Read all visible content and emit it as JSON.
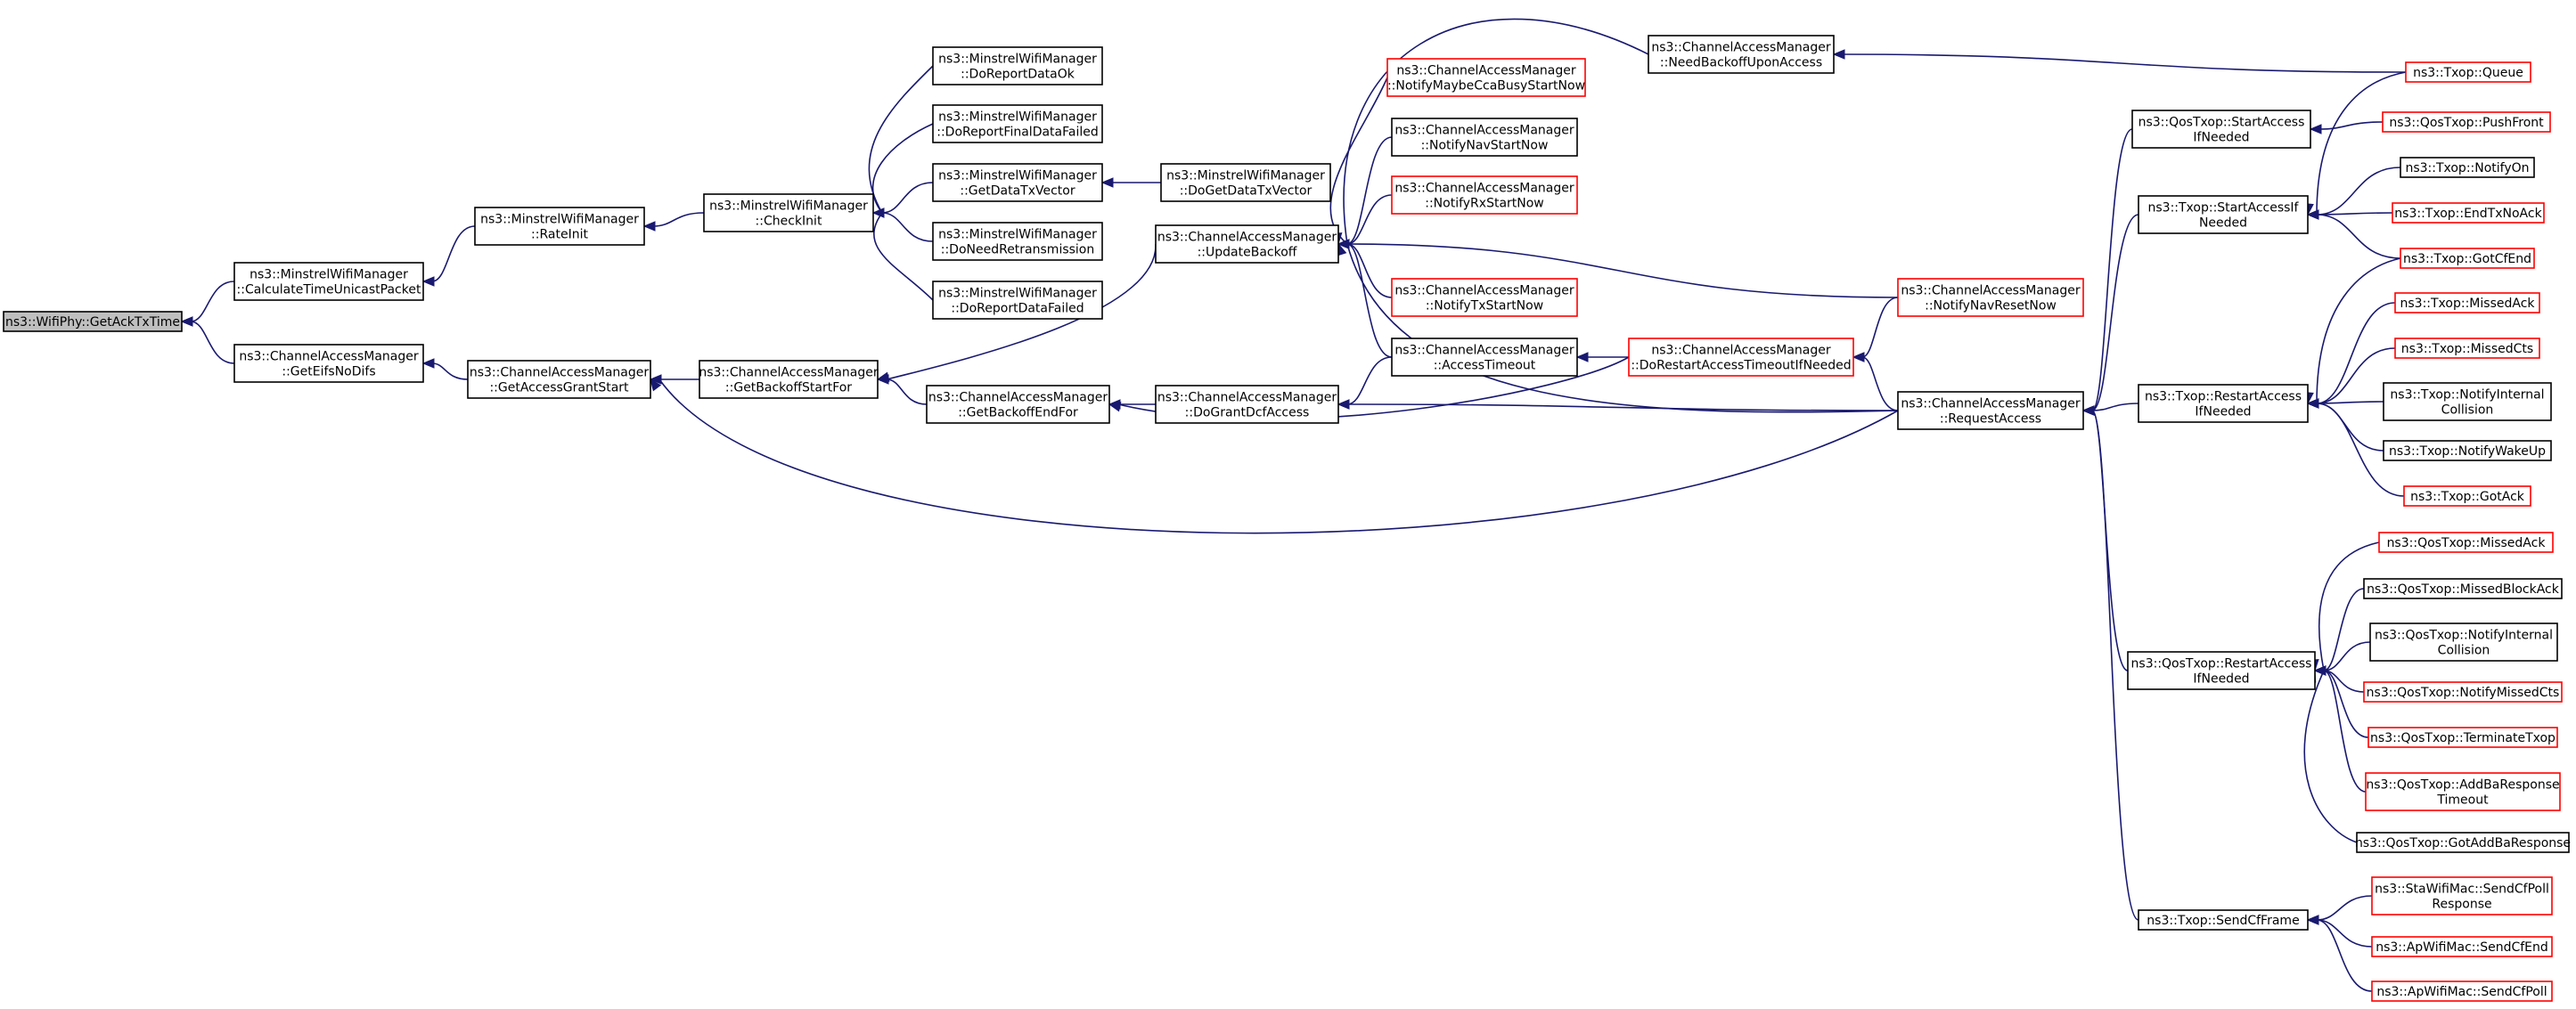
{
  "nodes": [
    {
      "id": "GetAckTxTime",
      "lines": [
        "ns3::WifiPhy::GetAckTxTime"
      ],
      "style": "root"
    },
    {
      "id": "CalculateTimeUnicastPacket",
      "lines": [
        "ns3::MinstrelWifiManager",
        "::CalculateTimeUnicastPacket"
      ],
      "style": "black"
    },
    {
      "id": "GetEifsNoDifs",
      "lines": [
        "ns3::ChannelAccessManager",
        "::GetEifsNoDifs"
      ],
      "style": "black"
    },
    {
      "id": "RateInit",
      "lines": [
        "ns3::MinstrelWifiManager",
        "::RateInit"
      ],
      "style": "black"
    },
    {
      "id": "GetAccessGrantStart",
      "lines": [
        "ns3::ChannelAccessManager",
        "::GetAccessGrantStart"
      ],
      "style": "black"
    },
    {
      "id": "CheckInit",
      "lines": [
        "ns3::MinstrelWifiManager",
        "::CheckInit"
      ],
      "style": "black"
    },
    {
      "id": "GetBackoffStartFor",
      "lines": [
        "ns3::ChannelAccessManager",
        "::GetBackoffStartFor"
      ],
      "style": "black"
    },
    {
      "id": "DoReportDataOk",
      "lines": [
        "ns3::MinstrelWifiManager",
        "::DoReportDataOk"
      ],
      "style": "black"
    },
    {
      "id": "DoReportFinalDataFailed",
      "lines": [
        "ns3::MinstrelWifiManager",
        "::DoReportFinalDataFailed"
      ],
      "style": "black"
    },
    {
      "id": "GetDataTxVector",
      "lines": [
        "ns3::MinstrelWifiManager",
        "::GetDataTxVector"
      ],
      "style": "black"
    },
    {
      "id": "DoNeedRetransmission",
      "lines": [
        "ns3::MinstrelWifiManager",
        "::DoNeedRetransmission"
      ],
      "style": "black"
    },
    {
      "id": "DoReportDataFailed",
      "lines": [
        "ns3::MinstrelWifiManager",
        "::DoReportDataFailed"
      ],
      "style": "black"
    },
    {
      "id": "GetBackoffEndFor",
      "lines": [
        "ns3::ChannelAccessManager",
        "::GetBackoffEndFor"
      ],
      "style": "black"
    },
    {
      "id": "DoGetDataTxVector",
      "lines": [
        "ns3::MinstrelWifiManager",
        "::DoGetDataTxVector"
      ],
      "style": "black"
    },
    {
      "id": "UpdateBackoff",
      "lines": [
        "ns3::ChannelAccessManager",
        "::UpdateBackoff"
      ],
      "style": "black"
    },
    {
      "id": "DoGrantDcfAccess",
      "lines": [
        "ns3::ChannelAccessManager",
        "::DoGrantDcfAccess"
      ],
      "style": "black"
    },
    {
      "id": "NotifyMaybeCcaBusyStartNow",
      "lines": [
        "ns3::ChannelAccessManager",
        "::NotifyMaybeCcaBusyStartNow"
      ],
      "style": "red"
    },
    {
      "id": "NotifyNavStartNow",
      "lines": [
        "ns3::ChannelAccessManager",
        "::NotifyNavStartNow"
      ],
      "style": "black"
    },
    {
      "id": "NotifyRxStartNow",
      "lines": [
        "ns3::ChannelAccessManager",
        "::NotifyRxStartNow"
      ],
      "style": "red"
    },
    {
      "id": "NotifyTxStartNow",
      "lines": [
        "ns3::ChannelAccessManager",
        "::NotifyTxStartNow"
      ],
      "style": "red"
    },
    {
      "id": "AccessTimeout",
      "lines": [
        "ns3::ChannelAccessManager",
        "::AccessTimeout"
      ],
      "style": "black"
    },
    {
      "id": "NeedBackoffUponAccess",
      "lines": [
        "ns3::ChannelAccessManager",
        "::NeedBackoffUponAccess"
      ],
      "style": "black"
    },
    {
      "id": "DoRestartAccessTimeoutIfNeeded",
      "lines": [
        "ns3::ChannelAccessManager",
        "::DoRestartAccessTimeoutIfNeeded"
      ],
      "style": "red"
    },
    {
      "id": "NotifyNavResetNow",
      "lines": [
        "ns3::ChannelAccessManager",
        "::NotifyNavResetNow"
      ],
      "style": "red"
    },
    {
      "id": "RequestAccess",
      "lines": [
        "ns3::ChannelAccessManager",
        "::RequestAccess"
      ],
      "style": "black"
    },
    {
      "id": "QosStartAccessIfNeeded",
      "lines": [
        "ns3::QosTxop::StartAccess",
        "IfNeeded"
      ],
      "style": "black"
    },
    {
      "id": "TxopStartAccessIfNeeded",
      "lines": [
        "ns3::Txop::StartAccessIf",
        "Needed"
      ],
      "style": "black"
    },
    {
      "id": "TxopRestartAccessIfNeeded",
      "lines": [
        "ns3::Txop::RestartAccess",
        "IfNeeded"
      ],
      "style": "black"
    },
    {
      "id": "QosRestartAccessIfNeeded",
      "lines": [
        "ns3::QosTxop::RestartAccess",
        "IfNeeded"
      ],
      "style": "black"
    },
    {
      "id": "SendCfFrame",
      "lines": [
        "ns3::Txop::SendCfFrame"
      ],
      "style": "black"
    },
    {
      "id": "TxopQueue",
      "lines": [
        "ns3::Txop::Queue"
      ],
      "style": "red"
    },
    {
      "id": "PushFront",
      "lines": [
        "ns3::QosTxop::PushFront"
      ],
      "style": "red"
    },
    {
      "id": "NotifyOn",
      "lines": [
        "ns3::Txop::NotifyOn"
      ],
      "style": "black"
    },
    {
      "id": "EndTxNoAck",
      "lines": [
        "ns3::Txop::EndTxNoAck"
      ],
      "style": "red"
    },
    {
      "id": "GotCfEnd",
      "lines": [
        "ns3::Txop::GotCfEnd"
      ],
      "style": "red"
    },
    {
      "id": "TxopMissedAck",
      "lines": [
        "ns3::Txop::MissedAck"
      ],
      "style": "red"
    },
    {
      "id": "TxopMissedCts",
      "lines": [
        "ns3::Txop::MissedCts"
      ],
      "style": "red"
    },
    {
      "id": "TxopNotifyInternalCollision",
      "lines": [
        "ns3::Txop::NotifyInternal",
        "Collision"
      ],
      "style": "black"
    },
    {
      "id": "NotifyWakeUp",
      "lines": [
        "ns3::Txop::NotifyWakeUp"
      ],
      "style": "black"
    },
    {
      "id": "TxopGotAck",
      "lines": [
        "ns3::Txop::GotAck"
      ],
      "style": "red"
    },
    {
      "id": "QosMissedAck",
      "lines": [
        "ns3::QosTxop::MissedAck"
      ],
      "style": "red"
    },
    {
      "id": "QosMissedBlockAck",
      "lines": [
        "ns3::QosTxop::MissedBlockAck"
      ],
      "style": "black"
    },
    {
      "id": "QosNotifyInternalCollision",
      "lines": [
        "ns3::QosTxop::NotifyInternal",
        "Collision"
      ],
      "style": "black"
    },
    {
      "id": "QosNotifyMissedCts",
      "lines": [
        "ns3::QosTxop::NotifyMissedCts"
      ],
      "style": "red"
    },
    {
      "id": "QosTerminateTxop",
      "lines": [
        "ns3::QosTxop::TerminateTxop"
      ],
      "style": "red"
    },
    {
      "id": "QosAddBaResponseTimeout",
      "lines": [
        "ns3::QosTxop::AddBaResponse",
        "Timeout"
      ],
      "style": "red"
    },
    {
      "id": "QosGotAddBaResponse",
      "lines": [
        "ns3::QosTxop::GotAddBaResponse"
      ],
      "style": "black"
    },
    {
      "id": "StaSendCfPollResponse",
      "lines": [
        "ns3::StaWifiMac::SendCfPoll",
        "Response"
      ],
      "style": "red"
    },
    {
      "id": "ApSendCfEnd",
      "lines": [
        "ns3::ApWifiMac::SendCfEnd"
      ],
      "style": "red"
    },
    {
      "id": "ApSendCfPoll",
      "lines": [
        "ns3::ApWifiMac::SendCfPoll"
      ],
      "style": "red"
    }
  ]
}
